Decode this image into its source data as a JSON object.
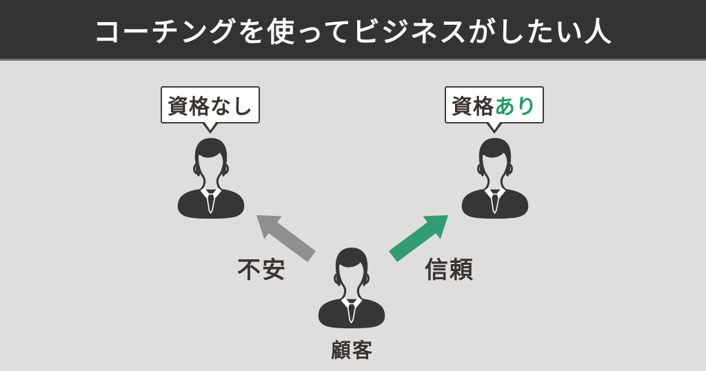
{
  "header": {
    "title": "コーチングを使ってビジネスがしたい人"
  },
  "colors": {
    "page_background": "#dedede",
    "header_background": "#333333",
    "header_text": "#ffffff",
    "silhouette": "#363636",
    "label_text": "#3a332f",
    "accent_green": "#1f9b66",
    "bubble_background": "#ffffff",
    "bubble_border": "#3a3a3a"
  },
  "bubbles": {
    "left": {
      "prefix": "資格",
      "suffix": "なし"
    },
    "right": {
      "prefix": "資格",
      "suffix": "あり"
    }
  },
  "arrows": {
    "unease": {
      "label": "不安",
      "color": "#8f8f8f"
    },
    "trust": {
      "label": "信頼",
      "color": "#329c72"
    }
  },
  "persons": {
    "center": {
      "label": "顧客"
    }
  }
}
